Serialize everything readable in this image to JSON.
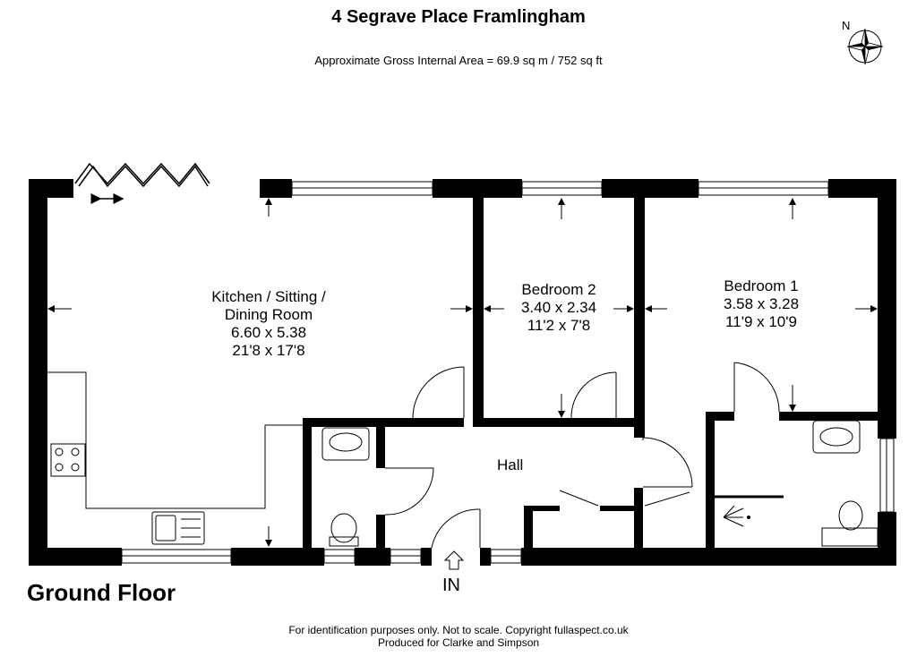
{
  "header": {
    "title": "4 Segrave Place Framlingham",
    "subtitle": "Approximate Gross Internal Area = 69.9 sq m / 752 sq ft"
  },
  "compass": {
    "letter": "N"
  },
  "rooms": {
    "kitchen": {
      "line1": "Kitchen / Sitting /",
      "line2": "Dining Room",
      "metric": "6.60 x 5.38",
      "imperial": "21'8 x 17'8"
    },
    "bedroom2": {
      "line1": "Bedroom 2",
      "metric": "3.40 x 2.34",
      "imperial": "11'2 x 7'8"
    },
    "bedroom1": {
      "line1": "Bedroom 1",
      "metric": "3.58 x 3.28",
      "imperial": "11'9 x 10'9"
    },
    "hall": {
      "line1": "Hall"
    }
  },
  "floor_label": "Ground Floor",
  "entry_label": "IN",
  "footer": {
    "line1": "For identification purposes only. Not to scale. Copyright fullaspect.co.uk",
    "line2": "Produced for Clarke and Simpson"
  },
  "colors": {
    "wall": "#000000",
    "line": "#000000",
    "background": "#ffffff"
  }
}
